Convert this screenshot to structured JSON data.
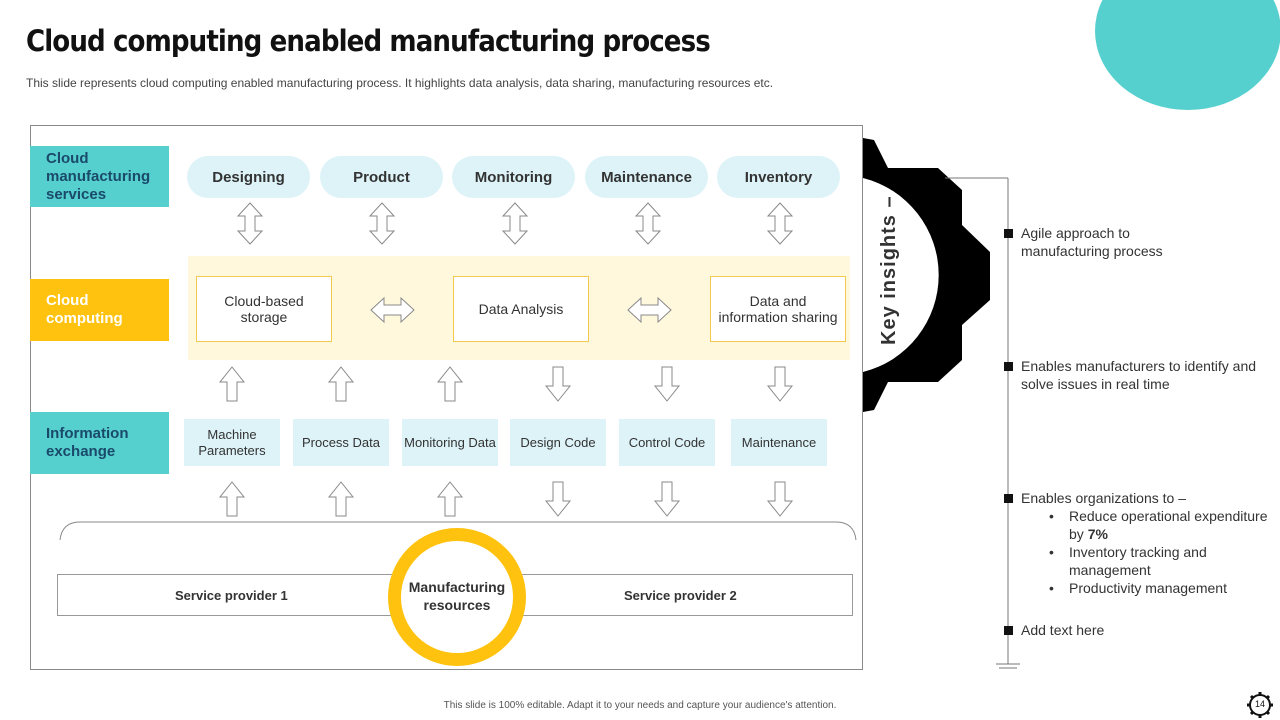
{
  "header": {
    "title": "Cloud computing enabled manufacturing process",
    "subtitle": "This slide represents cloud computing enabled manufacturing process. It highlights data analysis, data sharing, manufacturing resources etc."
  },
  "layers": {
    "services_label": "Cloud manufacturing services",
    "computing_label": "Cloud computing",
    "exchange_label": "Information exchange"
  },
  "services": [
    "Designing",
    "Product",
    "Monitoring",
    "Maintenance",
    "Inventory"
  ],
  "cloud_boxes": [
    "Cloud-based storage",
    "Data Analysis",
    "Data and information sharing"
  ],
  "info_boxes": [
    "Machine Parameters",
    "Process Data",
    "Monitoring Data",
    "Design Code",
    "Control Code",
    "Maintenance"
  ],
  "resources": {
    "provider_1": "Service provider 1",
    "provider_2": "Service provider 2",
    "center": "Manufacturing resources"
  },
  "insights": {
    "heading": "Key insights –",
    "item1": "Agile approach to manufacturing process",
    "item2": "Enables manufacturers to identify and solve issues in real time",
    "item3": "Enables organizations to –",
    "item3_sub1_pre": "Reduce operational expenditure by",
    "item3_sub1_value": "7%",
    "item3_sub2": "Inventory tracking and management",
    "item3_sub3": "Productivity management",
    "item4": "Add text here"
  },
  "footer": {
    "note": "This slide is 100% editable. Adapt it to your needs and capture your audience's attention.",
    "page_number": "14"
  },
  "colors": {
    "cyan": "#56CFCF",
    "yellow": "#FFC20E",
    "light_cyan": "#DDF3F8",
    "light_yellow": "#FFF8DC"
  },
  "icons": {
    "gear": "gear-icon",
    "page_badge": "gear-badge-icon"
  }
}
